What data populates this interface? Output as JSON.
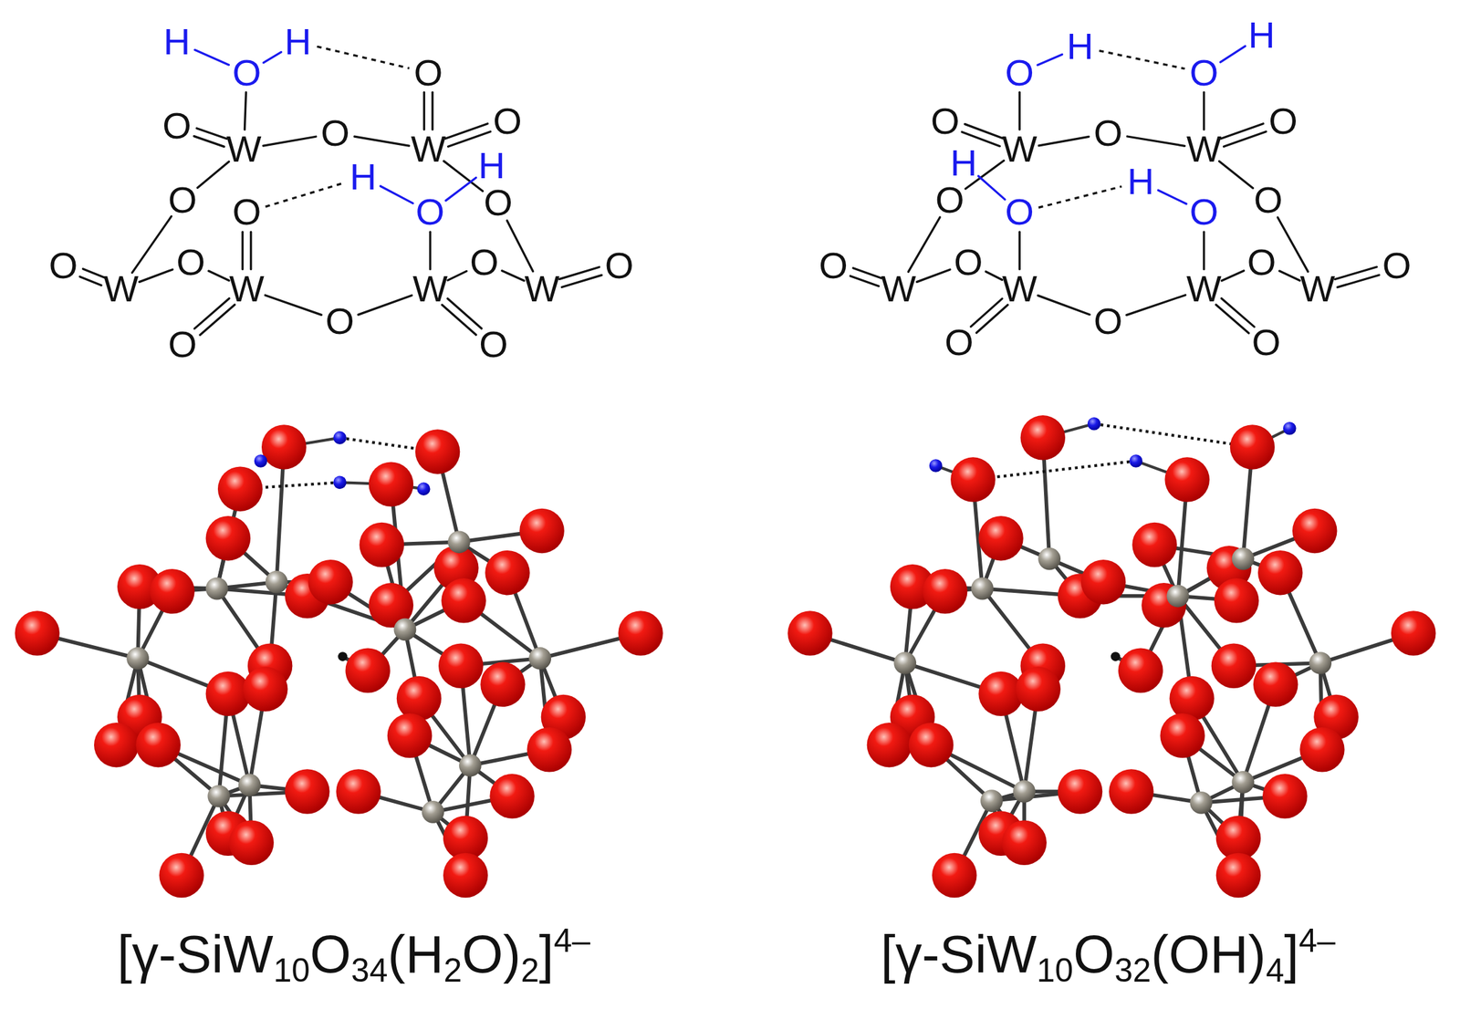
{
  "diagram": {
    "labels": [
      "H",
      "O",
      "H",
      "O",
      "O",
      "W",
      "O",
      "W",
      "O",
      "O",
      "O",
      "H",
      "O",
      "H",
      "O",
      "O",
      "W",
      "O",
      "W",
      "W",
      "O",
      "W",
      "O",
      "O",
      "O",
      "O",
      "O",
      "H",
      "O",
      "H",
      "O",
      "W",
      "O",
      "W",
      "O",
      "H",
      "O",
      "O",
      "H",
      "O",
      "O",
      "O",
      "W",
      "O",
      "W",
      "W",
      "O",
      "W",
      "O",
      "O",
      "O",
      "O",
      "[γ-SiW10O34(H2O)2]4–",
      "[γ-SiW10O32(OH)4]4–"
    ]
  }
}
